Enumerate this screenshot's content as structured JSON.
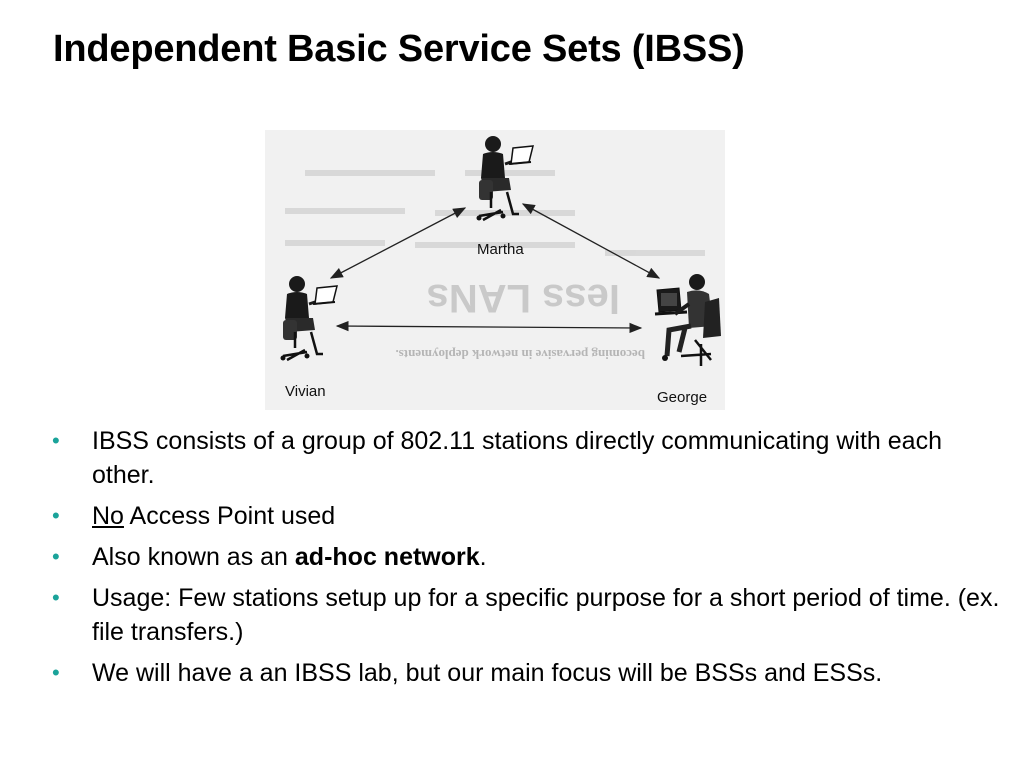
{
  "slide": {
    "title": "Independent Basic Service Sets (IBSS)"
  },
  "figure": {
    "labels": {
      "top": "Martha",
      "left": "Vivian",
      "right": "George"
    },
    "background_text": {
      "line1": "less LANs",
      "line2": "becoming pervasive in network deployments."
    }
  },
  "bullets": [
    {
      "text": "IBSS consists of a group of 802.11 stations directly communicating with each other."
    },
    {
      "underlined": "No",
      "rest": " Access Point used"
    },
    {
      "prefix": "Also known as an ",
      "bold": "ad-hoc network",
      "suffix": "."
    },
    {
      "text": "Usage: Few stations setup up for a specific purpose for a short period of time.  (ex. file transfers.)"
    },
    {
      "text": "We will have a an IBSS lab, but our main focus will be BSSs and ESSs."
    }
  ],
  "bullet_marker": "•",
  "colors": {
    "bullet": "#1aa39a",
    "text": "#000000"
  }
}
